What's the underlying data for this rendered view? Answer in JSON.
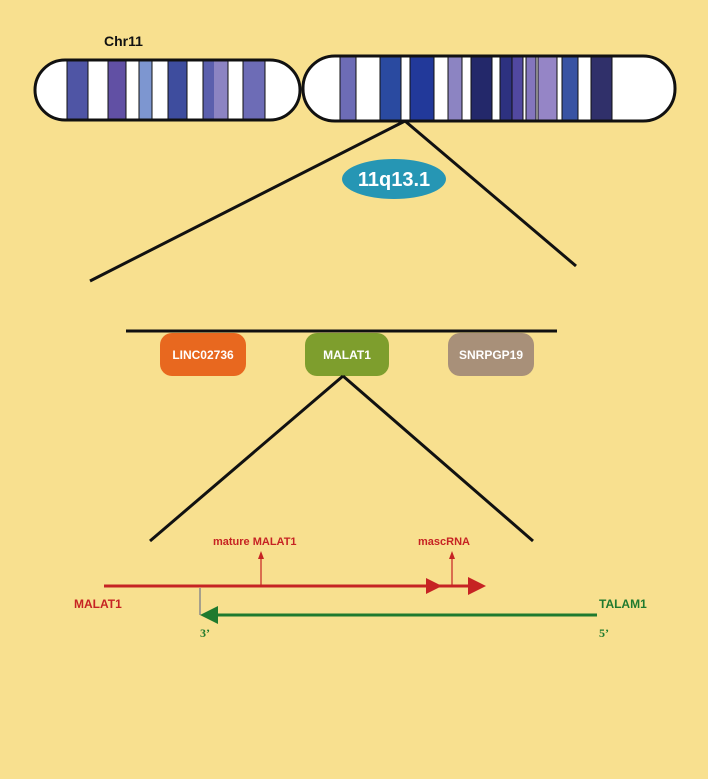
{
  "chromosome": {
    "name": "Chr11",
    "band": "11q13.1"
  },
  "genes": {
    "left": "LINC02736",
    "center": "MALAT1",
    "right": "SNRPGP19"
  },
  "transcripts": {
    "mature_label": "mature MALAT1",
    "mascrna_label": "mascRNA",
    "forward_label": "MALAT1",
    "reverse_label": "TALAM1",
    "three_prime": "3’",
    "five_prime": "5’"
  },
  "colors": {
    "background": "#f8e08f",
    "band_label_fill": "#2696b4",
    "gene_left": "#e8681f",
    "gene_center": "#7e9e2d",
    "gene_right": "#a89079",
    "forward_strand": "#c62323",
    "reverse_strand": "#1f7a2e"
  }
}
